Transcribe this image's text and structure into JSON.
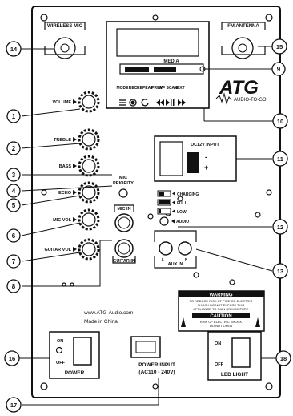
{
  "top": {
    "wireless_mic": "WIRELESS MIC",
    "fm_antenna": "FM ANTENNA",
    "media": "MEDIA",
    "media_buttons": [
      "MODE",
      "REC",
      "REPEAT",
      "PREV",
      "WF SCAN",
      "NEXT"
    ],
    "media_icons": [
      "menu-icon",
      "record-icon",
      "repeat-icon",
      "previous-icon",
      "play-pause-icon",
      "next-icon"
    ]
  },
  "brand": {
    "name": "ATG",
    "tagline": "AUDIO-TO-GO"
  },
  "controls": {
    "volume": "VOLUME",
    "treble": "TREBLE",
    "bass": "BASS",
    "mic_priority_line1": "MIC",
    "mic_priority_line2": "PRIORITY",
    "echo": "ECHO",
    "mic_vol": "MIC VOL",
    "guitar_vol": "GUITAR VOL"
  },
  "dc_input": {
    "label": "DC12V INPUT",
    "minus": "-",
    "plus": "+"
  },
  "battery": [
    "CHARGING",
    "FULL",
    "LOW"
  ],
  "audio": "AUDIO",
  "inputs": {
    "mic_in": "MIC IN",
    "guitar_in": "GUITAR IN",
    "aux_in": "AUX IN",
    "aux_l": "L",
    "aux_r": "R"
  },
  "warning": {
    "title": "WARNING",
    "text1": "TO REDUCE RISK OF FIRE OR ELECTRIC",
    "text2": "SHOCK DO NOT EXPOSE THIS",
    "text3": "APPLIANCE TO RAIN OR MOISTURE",
    "caution": "CAUTION",
    "caution_text1": "RISK OF ELECTRIC SHOCK",
    "caution_text2": "DO NOT OPEN"
  },
  "website": "www.ATG-Audio.com",
  "made_in": "Made in China",
  "power": {
    "on": "ON",
    "off": "OFF",
    "label": "POWER"
  },
  "power_input": {
    "line1": "POWER INPUT",
    "line2": "(AC110 - 240V)"
  },
  "led_light": {
    "on": "ON",
    "off": "OFF",
    "label": "LED LIGHT"
  },
  "callouts": [
    "1",
    "2",
    "3",
    "4",
    "5",
    "6",
    "7",
    "8",
    "9",
    "10",
    "11",
    "12",
    "13",
    "14",
    "15",
    "16",
    "17",
    "18"
  ]
}
